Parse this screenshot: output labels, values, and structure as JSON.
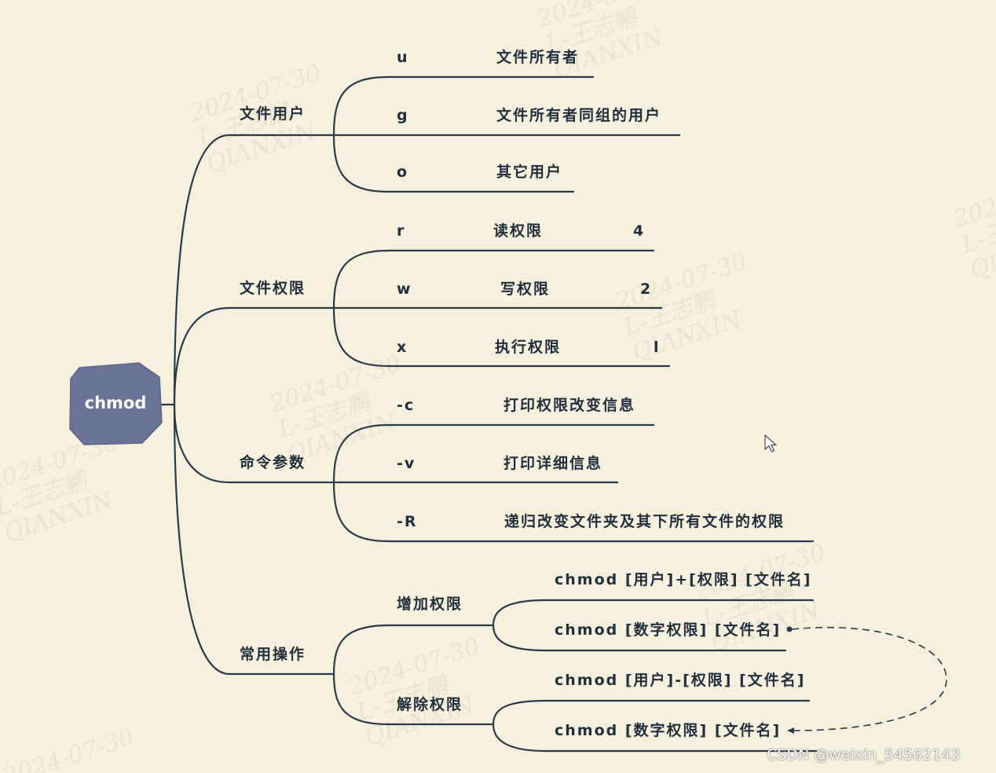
{
  "watermark": {
    "date": "2024-07-30",
    "name": "L-王志鹏",
    "org": "QIANXIN"
  },
  "root": {
    "label": "chmod"
  },
  "branches": [
    {
      "label": "文件用户",
      "items": [
        {
          "key": "u",
          "desc": "文件所有者"
        },
        {
          "key": "g",
          "desc": "文件所有者同组的用户"
        },
        {
          "key": "o",
          "desc": "其它用户"
        }
      ]
    },
    {
      "label": "文件权限",
      "items": [
        {
          "key": "r",
          "desc": "读权限",
          "num": "4"
        },
        {
          "key": "w",
          "desc": "写权限",
          "num": "2"
        },
        {
          "key": "x",
          "desc": "执行权限",
          "num": "l"
        }
      ]
    },
    {
      "label": "命令参数",
      "items": [
        {
          "key": "-c",
          "desc": "打印权限改变信息"
        },
        {
          "key": "-v",
          "desc": "打印详细信息"
        },
        {
          "key": "-R",
          "desc": "递归改变文件夹及其下所有文件的权限"
        }
      ]
    },
    {
      "label": "常用操作",
      "groups": [
        {
          "label": "增加权限",
          "items": [
            "chmod [用户]+[权限] [文件名]",
            "chmod [数字权限] [文件名]"
          ]
        },
        {
          "label": "解除权限",
          "items": [
            "chmod [用户]-[权限] [文件名]",
            "chmod [数字权限] [文件名]"
          ]
        }
      ]
    }
  ],
  "footer": "CSDN @weixin_54562143"
}
